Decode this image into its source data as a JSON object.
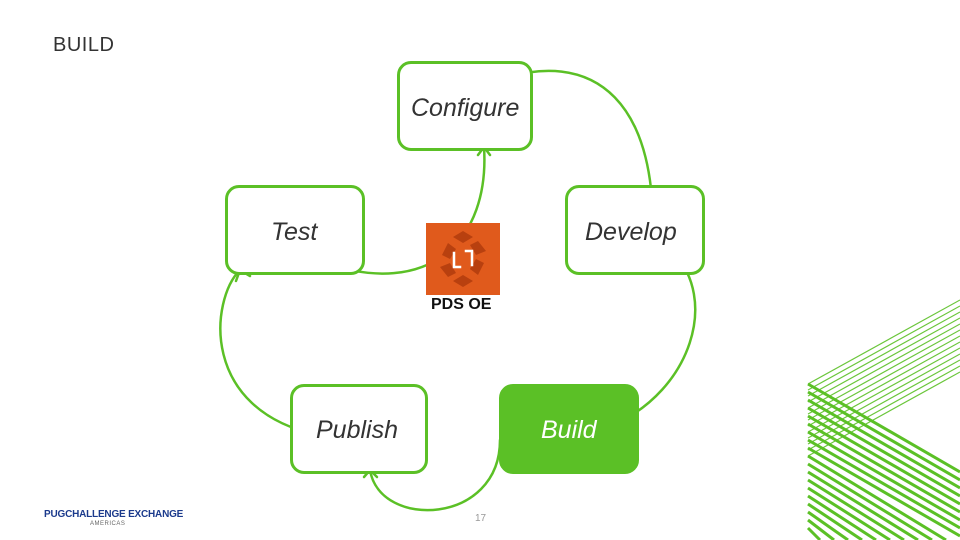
{
  "slide": {
    "title": "BUILD",
    "page_number": "17"
  },
  "diagram": {
    "nodes": [
      {
        "id": "configure",
        "label": "Configure",
        "active": false
      },
      {
        "id": "develop",
        "label": "Develop",
        "active": false
      },
      {
        "id": "build",
        "label": "Build",
        "active": true
      },
      {
        "id": "publish",
        "label": "Publish",
        "active": false
      },
      {
        "id": "test",
        "label": "Test",
        "active": false
      }
    ],
    "center": {
      "label": "PDS OE",
      "logo_color": "#e05a1c"
    },
    "accent_color": "#5bc026"
  },
  "footer": {
    "logo_text": "PUGCHALLENGE EXCHANGE",
    "logo_subtext": "AMERICAS"
  }
}
